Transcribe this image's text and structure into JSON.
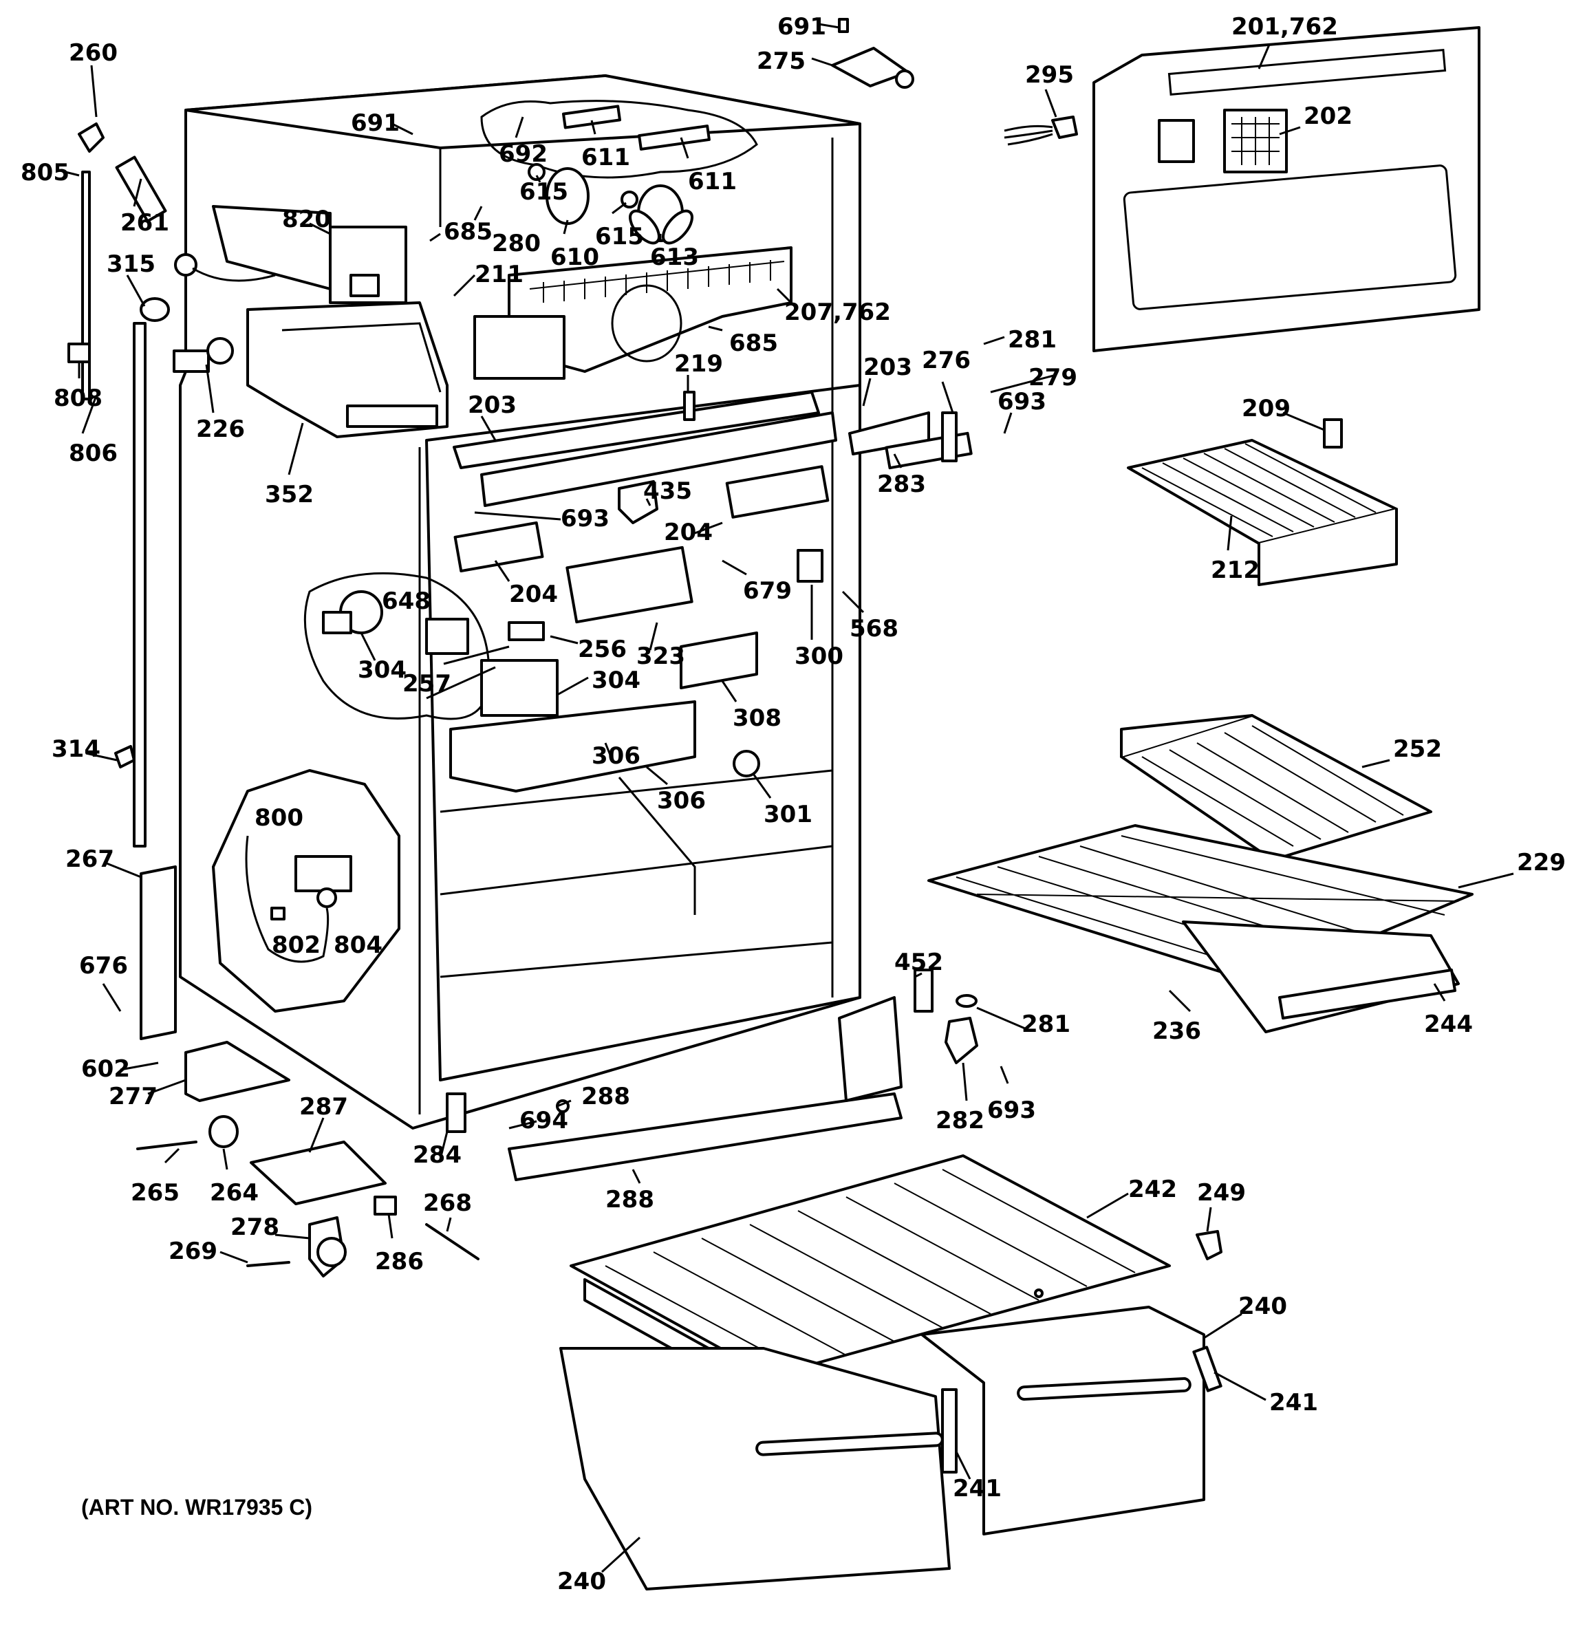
{
  "art_note": "(ART NO. WR17935 C)",
  "callouts": {
    "c260": "260",
    "c805": "805",
    "c261": "261",
    "c315": "315",
    "c808": "808",
    "c806": "806",
    "c226": "226",
    "c352": "352",
    "c820": "820",
    "c685a": "685",
    "c211": "211",
    "c280": "280",
    "c691a": "691",
    "c692": "692",
    "c611a": "611",
    "c611b": "611",
    "c615a": "615",
    "c615b": "615",
    "c610": "610",
    "c613": "613",
    "c207_762": "207,762",
    "c685b": "685",
    "c219": "219",
    "c203a": "203",
    "c203b": "203",
    "c691b": "691",
    "c275": "275",
    "c201_762": "201,762",
    "c295": "295",
    "c202": "202",
    "c281a": "281",
    "c276": "276",
    "c279": "279",
    "c693a": "693",
    "c283": "283",
    "c209": "209",
    "c212": "212",
    "c435": "435",
    "c693b": "693",
    "c204a": "204",
    "c204b": "204",
    "c679": "679",
    "c568": "568",
    "c300": "300",
    "c648": "648",
    "c304a": "304",
    "c257": "257",
    "c256": "256",
    "c323": "323",
    "c304b": "304",
    "c308": "308",
    "c306a": "306",
    "c306b": "306",
    "c301": "301",
    "c314": "314",
    "c800": "800",
    "c802": "802",
    "c804": "804",
    "c267": "267",
    "c676": "676",
    "c252": "252",
    "c229": "229",
    "c236": "236",
    "c244": "244",
    "c452": "452",
    "c281b": "281",
    "c282": "282",
    "c693c": "693",
    "c602": "602",
    "c277": "277",
    "c287": "287",
    "c265": "265",
    "c264": "264",
    "c284": "284",
    "c694": "694",
    "c288a": "288",
    "c288b": "288",
    "c268": "268",
    "c278": "278",
    "c269": "269",
    "c286": "286",
    "c242": "242",
    "c249": "249",
    "c240a": "240",
    "c241a": "241",
    "c241b": "241",
    "c240b": "240"
  }
}
